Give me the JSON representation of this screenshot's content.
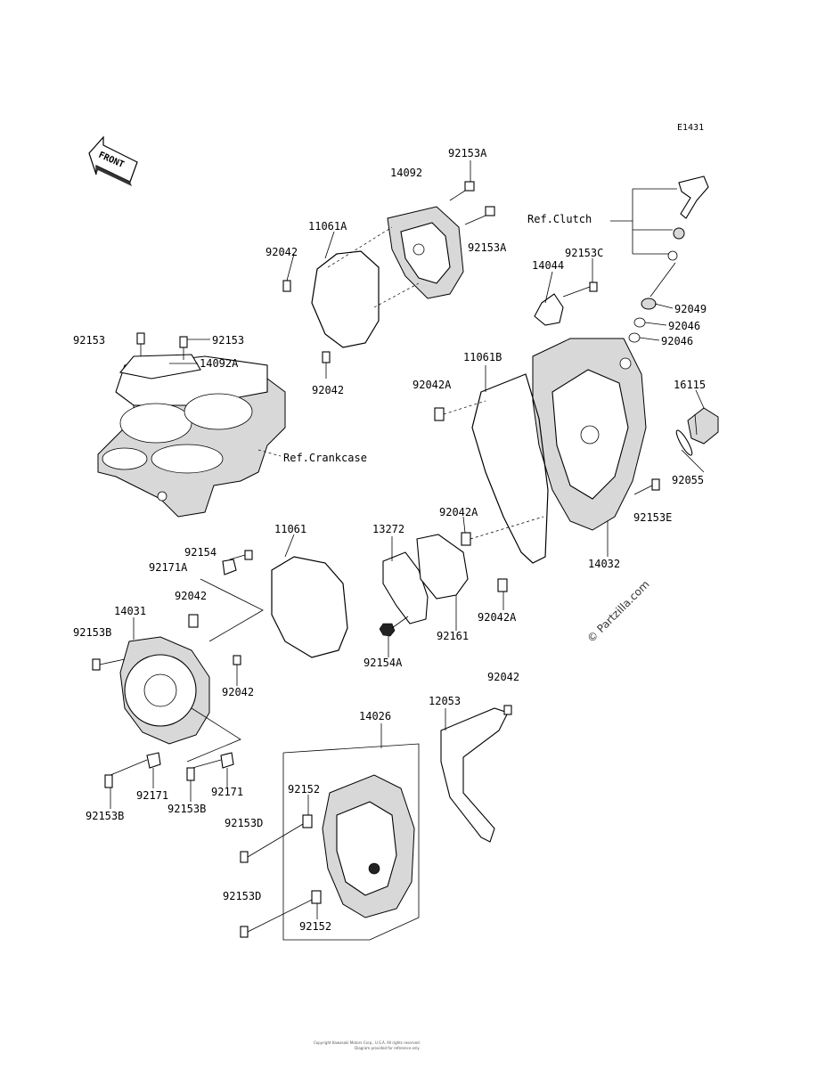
{
  "diagram_id": "E1431",
  "front_label": "FRONT",
  "watermark": "© Partzilla.com",
  "refs": {
    "clutch": "Ref.Clutch",
    "crankcase": "Ref.Crankcase"
  },
  "labels": {
    "p92153A_top": "92153A",
    "p14092": "14092",
    "p11061A": "11061A",
    "p92153A_right": "92153A",
    "p92042_a": "92042",
    "p92042_b": "92042",
    "p92153": "92153",
    "p92153_r": "92153",
    "p14092A": "14092A",
    "p92153C": "92153C",
    "p14044": "14044",
    "p92049": "92049",
    "p92046_a": "92046",
    "p92046_b": "92046",
    "p11061B": "11061B",
    "p92042A_a": "92042A",
    "p16115": "16115",
    "p92055": "92055",
    "p92153E": "92153E",
    "p92042A_b": "92042A",
    "p14032": "14032",
    "p11061": "11061",
    "p13272": "13272",
    "p92154": "92154",
    "p92171A": "92171A",
    "p92042_c": "92042",
    "p14031": "14031",
    "p92153B_a": "92153B",
    "p92042_d": "92042",
    "p92154A": "92154A",
    "p92161": "92161",
    "p92042A_c": "92042A",
    "p92042_e": "92042",
    "p14026": "14026",
    "p12053": "12053",
    "p92171_a": "92171",
    "p92171_b": "92171",
    "p92153B_b": "92153B",
    "p92153B_c": "92153B",
    "p92152_a": "92152",
    "p92153D_a": "92153D",
    "p92153D_b": "92153D",
    "p92152_b": "92152"
  },
  "footer": {
    "line1": "Copyright Kawasaki Motors Corp., U.S.A. All rights reserved.",
    "line2": "Diagram provided for reference only"
  }
}
